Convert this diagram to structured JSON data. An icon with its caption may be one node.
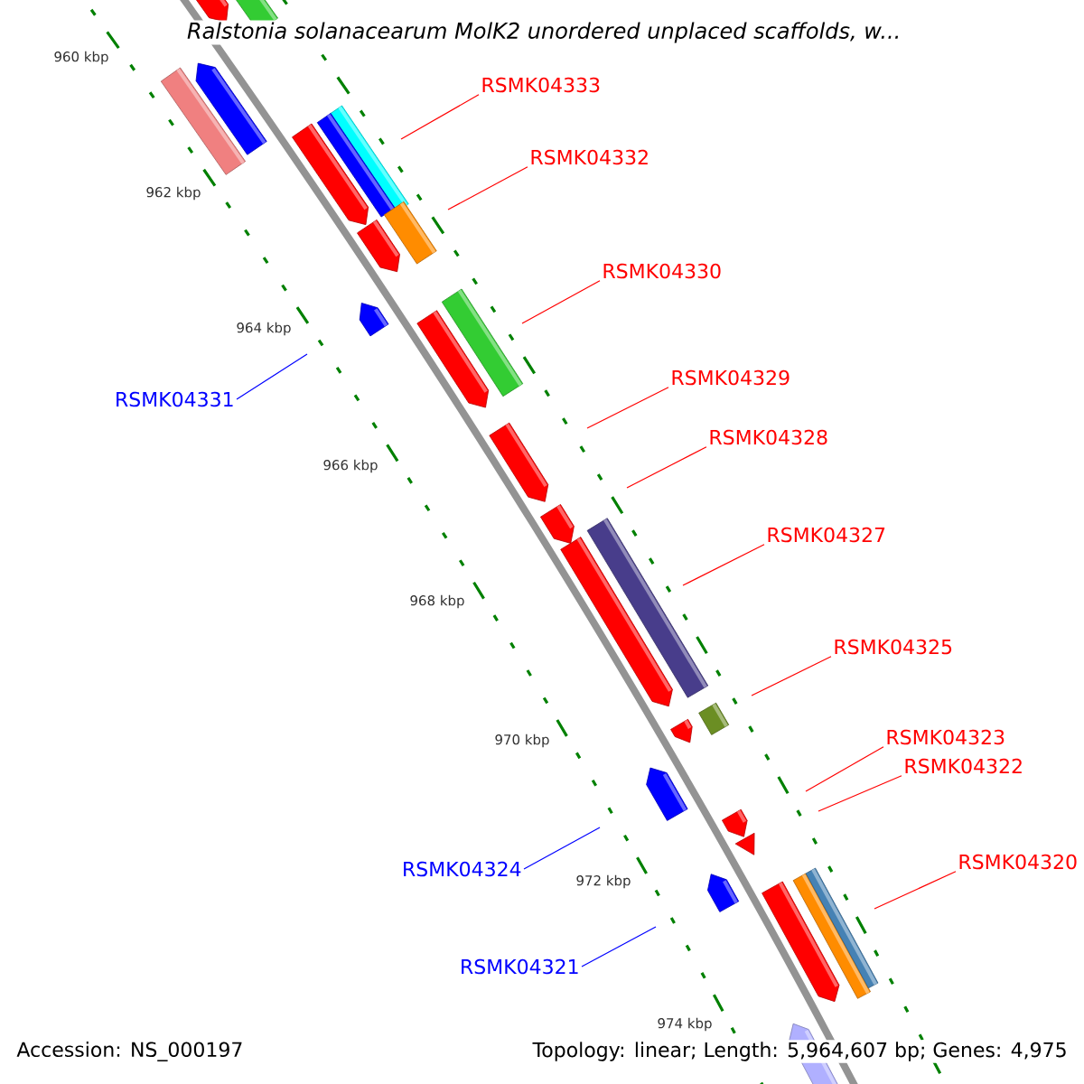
{
  "diagram": {
    "title": "Ralstonia solanacearum MolK2 unordered unplaced scaffolds, w...",
    "nodes": [
      {
        "text": [
          "RSMK04333"
        ]
      },
      {
        "text": [
          "RSMK04332"
        ]
      },
      {
        "text": [
          "RSMK04330"
        ]
      },
      {
        "text": [
          "RSMK04329"
        ]
      },
      {
        "text": [
          "RSMK04331"
        ]
      },
      {
        "text": [
          "RSMK04328"
        ]
      },
      {
        "text": [
          "RSMK04327"
        ]
      },
      {
        "text": [
          "RSMK04325"
        ]
      },
      {
        "text": [
          "RSMK04323"
        ]
      },
      {
        "text": [
          "RSMK04322"
        ]
      },
      {
        "text": [
          "RSMK04320"
        ]
      },
      {
        "text": [
          "RSMK04324"
        ]
      },
      {
        "text": [
          "RSMK04321"
        ]
      }
    ],
    "edges": [
      {
        "from": 0,
        "to": null,
        "arrow": "none"
      },
      {
        "from": 1,
        "to": null,
        "arrow": "none"
      },
      {
        "from": 2,
        "to": null,
        "arrow": "none"
      },
      {
        "from": 3,
        "to": null,
        "arrow": "none"
      },
      {
        "from": 4,
        "to": null,
        "arrow": "none",
        "color": "#0000ff"
      },
      {
        "from": 5,
        "to": null,
        "arrow": "none"
      },
      {
        "from": 6,
        "to": null,
        "arrow": "none"
      },
      {
        "from": 7,
        "to": null,
        "arrow": "none"
      },
      {
        "from": 8,
        "to": null,
        "arrow": "none"
      },
      {
        "from": 9,
        "to": null,
        "arrow": "none"
      },
      {
        "from": 10,
        "to": null,
        "arrow": "none"
      },
      {
        "from": 11,
        "to": null,
        "arrow": "none",
        "color": "#0000ff"
      },
      {
        "from": 12,
        "to": null,
        "arrow": "none",
        "color": "#0000ff"
      }
    ],
    "labels": [
      "960 kbp",
      "962 kbp",
      "964 kbp",
      "966 kbp",
      "968 kbp",
      "970 kbp",
      "972 kbp",
      "974 kbp",
      "Accession: NS_000197",
      "Topology: linear; Length: 5,964,607 bp; Genes: 4,975"
    ]
  }
}
